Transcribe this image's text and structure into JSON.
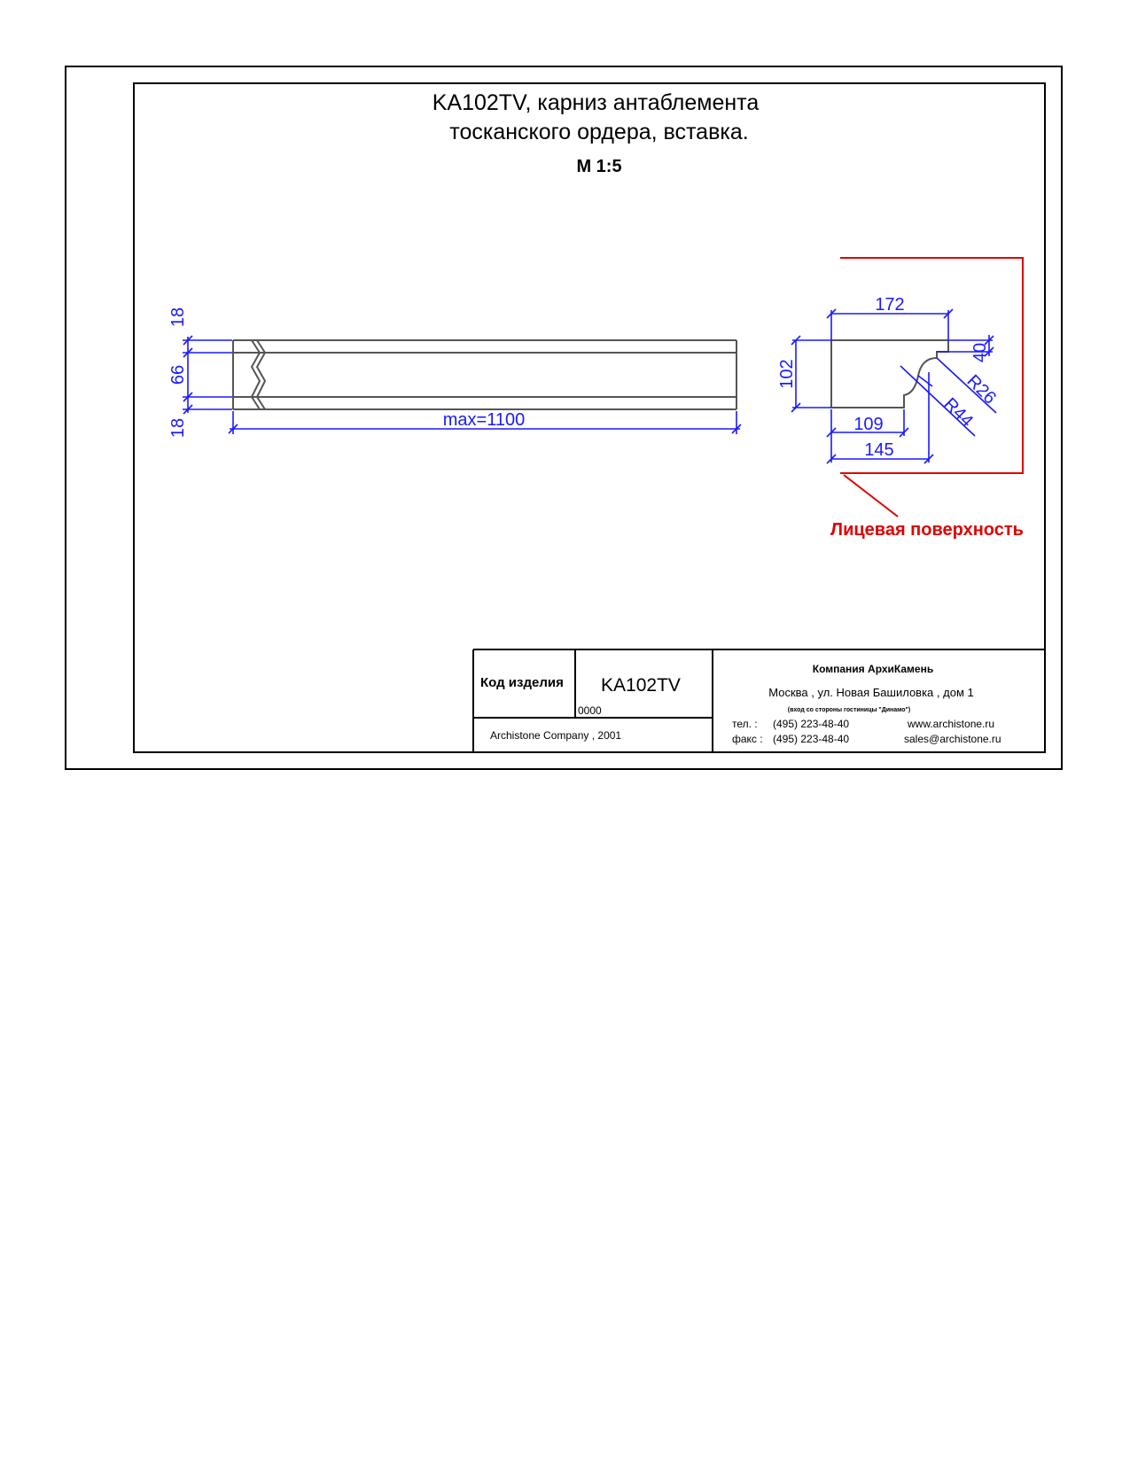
{
  "title": {
    "line1": "KA102TV, карниз антаблемента",
    "line2": "тосканского ордера, вставка.",
    "scale": "М 1:5"
  },
  "elevation": {
    "dim_top": "18",
    "dim_middle": "66",
    "dim_bottom": "18",
    "dim_length": "max=1100"
  },
  "section": {
    "dim_top_width": "172",
    "dim_height": "102",
    "dim_right_step": "40",
    "dim_r26": "R26",
    "dim_r44": "R44",
    "dim_109": "109",
    "dim_145": "145",
    "face_label": "Лицевая поверхность",
    "face_color": "#e00000",
    "dim_color": "#1a1aff"
  },
  "title_block": {
    "code_label": "Код изделия",
    "code_value": "KA102TV",
    "code_number": "0000",
    "copyright": "Archistone  Company ,  2001",
    "company": "Компания  АрхиКамень",
    "address": "Москва , ул. Новая Башиловка , дом 1",
    "address_note": "(вход со стороны гостиницы \"Динамо\")",
    "tel_label": "тел.   :",
    "tel": "(495) 223-48-40",
    "fax_label": "факс :",
    "fax": "(495) 223-48-40",
    "website": "www.archistone.ru",
    "email": "sales@archistone.ru"
  }
}
